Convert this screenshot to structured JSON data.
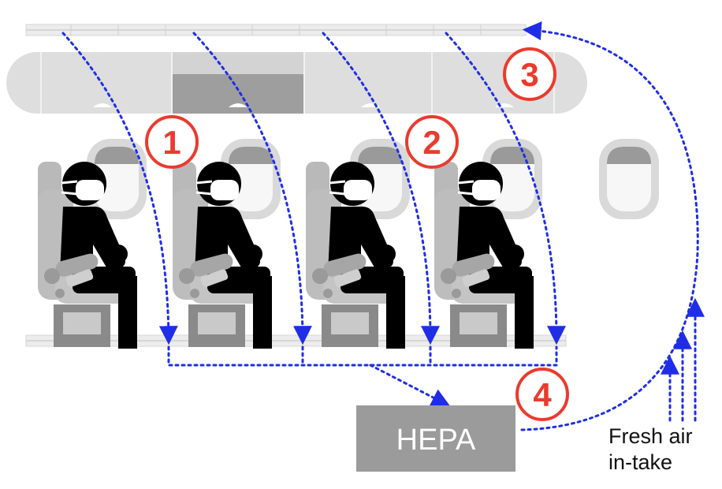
{
  "hepa_label": "HEPA",
  "fresh_air_label": {
    "line1": "Fresh air",
    "line2": "in-take"
  },
  "markers": [
    "1",
    "2",
    "3",
    "4"
  ],
  "colors": {
    "airflow": "#1f2ee6",
    "marker": "#ea3b2e",
    "hepa_box": "#9b9b9b",
    "passenger": "#000000",
    "seat": "#b9b9b9",
    "bin": "#dedede"
  }
}
